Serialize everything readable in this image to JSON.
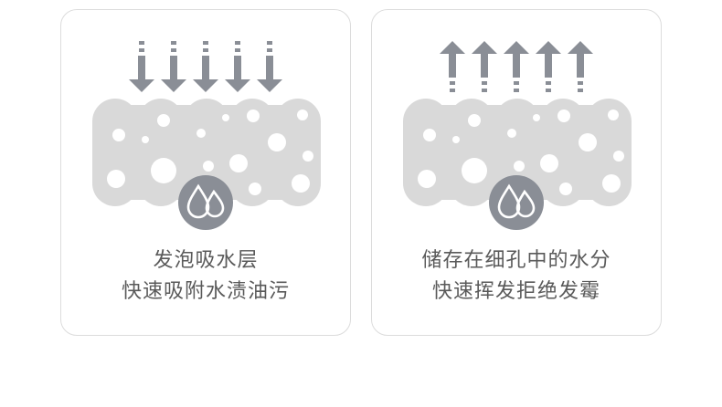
{
  "cards": [
    {
      "id": "absorb",
      "arrow_direction": "down",
      "icon": "water-drops-icon",
      "lines": [
        "发泡吸水层",
        "快速吸附水渍油污"
      ]
    },
    {
      "id": "evaporate",
      "arrow_direction": "up",
      "icon": "water-drops-icon",
      "lines": [
        "储存在细孔中的水分",
        "快速挥发拒绝发霉"
      ]
    }
  ],
  "colors": {
    "arrow": "#8a8e96",
    "foam": "#d9d9d9",
    "pores": "#ffffff",
    "icon_badge": "#8a8e96",
    "text": "#5a5a5a",
    "border": "#dcdcdc"
  }
}
